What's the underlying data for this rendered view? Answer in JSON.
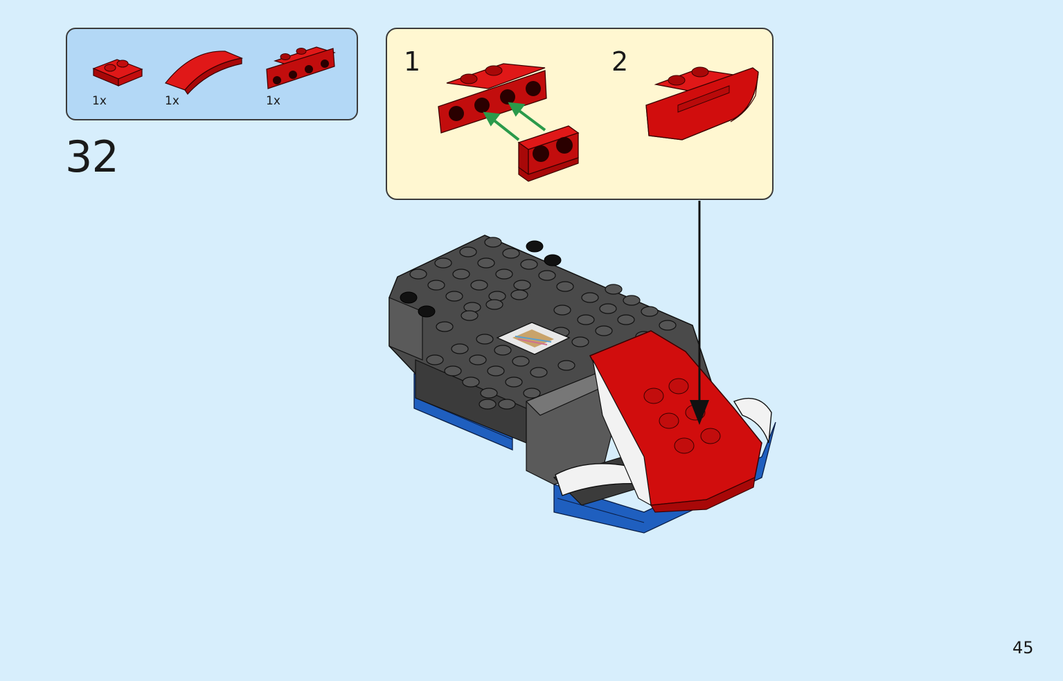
{
  "parts_list": {
    "items": [
      {
        "qty": "1x",
        "part": "red-plate-1x2-icon"
      },
      {
        "qty": "1x",
        "part": "red-curved-slope-icon"
      },
      {
        "qty": "1x",
        "part": "red-bracket-plate-icon"
      }
    ]
  },
  "step": {
    "number": "32"
  },
  "sub_assembly": {
    "steps": [
      {
        "number": "1"
      },
      {
        "number": "2"
      }
    ]
  },
  "page": {
    "number": "45"
  },
  "colors": {
    "background": "#d7eefc",
    "parts_box": "#b3d8f6",
    "sub_box": "#fff7d1",
    "brick_red": "#d10d0d",
    "brick_dark_gray": "#3f3f3f",
    "brick_blue": "#1f5fbf",
    "arrow_green": "#2a9a4a"
  }
}
